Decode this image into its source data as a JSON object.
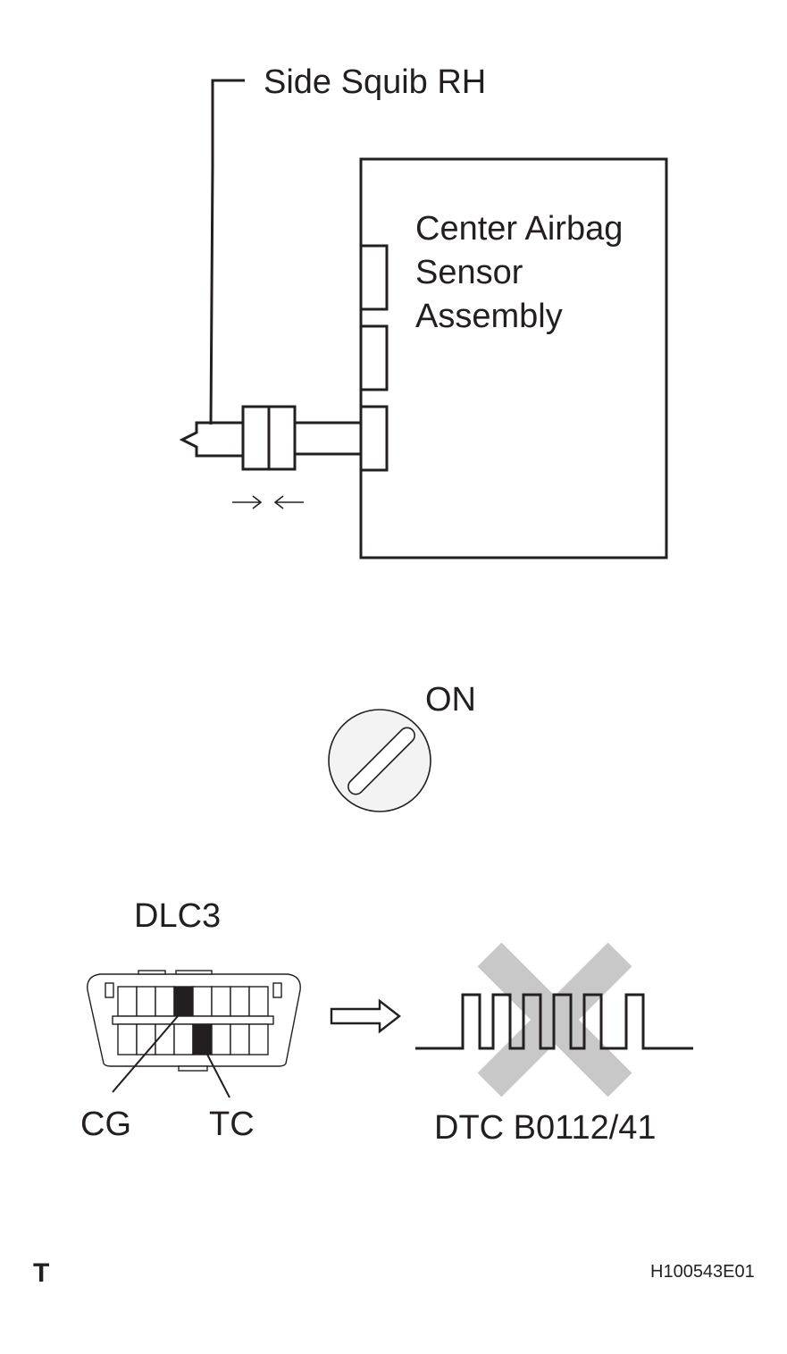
{
  "squib_label": "Side Squib RH",
  "ecu_label": [
    "Center Airbag",
    "Sensor",
    "Assembly"
  ],
  "ignition_label": "ON",
  "dlc_label": "DLC3",
  "terminal_cg": "CG",
  "terminal_tc": "TC",
  "dtc_label": "DTC B0112/41",
  "corner_mark": "T",
  "figure_code": "H100543E01",
  "colors": {
    "line": "#231f20",
    "cross": "#c8c8c8",
    "knob_fill": "#f3f3f3"
  },
  "icons": [
    "connector-icon",
    "connect-arrows-icon",
    "ignition-switch-icon",
    "dlc3-connector-icon",
    "hollow-arrow-icon",
    "pulse-waveform-icon",
    "prohibited-cross-icon"
  ]
}
